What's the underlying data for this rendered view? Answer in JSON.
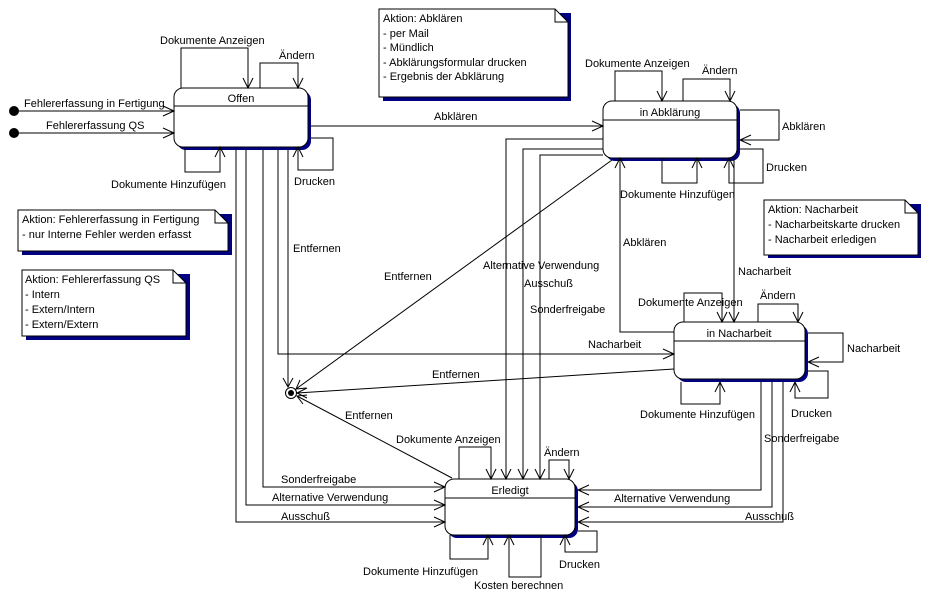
{
  "diagram": {
    "type": "UML state diagram",
    "states": [
      {
        "id": "offen",
        "name": "Offen"
      },
      {
        "id": "abklaerung",
        "name": "in Abklärung"
      },
      {
        "id": "nacharbeit",
        "name": "in Nacharbeit"
      },
      {
        "id": "erledigt",
        "name": "Erledigt"
      }
    ],
    "initial_transitions": [
      {
        "label": "Fehlererfassung in Fertigung",
        "to": "offen"
      },
      {
        "label": "Fehlererfassung QS",
        "to": "offen"
      }
    ],
    "self_transitions": [
      {
        "state": "offen",
        "label": "Dokumente Anzeigen"
      },
      {
        "state": "offen",
        "label": "Ändern"
      },
      {
        "state": "offen",
        "label": "Dokumente Hinzufügen"
      },
      {
        "state": "offen",
        "label": "Drucken"
      },
      {
        "state": "abklaerung",
        "label": "Dokumente Anzeigen"
      },
      {
        "state": "abklaerung",
        "label": "Ändern"
      },
      {
        "state": "abklaerung",
        "label": "Abklären"
      },
      {
        "state": "abklaerung",
        "label": "Drucken"
      },
      {
        "state": "abklaerung",
        "label": "Dokumente Hinzufügen"
      },
      {
        "state": "nacharbeit",
        "label": "Dokumente Anzeigen"
      },
      {
        "state": "nacharbeit",
        "label": "Ändern"
      },
      {
        "state": "nacharbeit",
        "label": "Nacharbeit"
      },
      {
        "state": "nacharbeit",
        "label": "Drucken"
      },
      {
        "state": "nacharbeit",
        "label": "Dokumente Hinzufügen"
      },
      {
        "state": "erledigt",
        "label": "Dokumente Anzeigen"
      },
      {
        "state": "erledigt",
        "label": "Ändern"
      },
      {
        "state": "erledigt",
        "label": "Dokumente Hinzufügen"
      },
      {
        "state": "erledigt",
        "label": "Kosten berechnen"
      },
      {
        "state": "erledigt",
        "label": "Drucken"
      }
    ],
    "transitions": [
      {
        "from": "offen",
        "to": "abklaerung",
        "label": "Abklären"
      },
      {
        "from": "offen",
        "to": "final",
        "label": "Entfernen"
      },
      {
        "from": "offen",
        "to": "nacharbeit",
        "label": "Nacharbeit"
      },
      {
        "from": "offen",
        "to": "erledigt",
        "label": "Sonderfreigabe"
      },
      {
        "from": "offen",
        "to": "erledigt",
        "label": "Alternative Verwendung"
      },
      {
        "from": "offen",
        "to": "erledigt",
        "label": "Ausschuß"
      },
      {
        "from": "abklaerung",
        "to": "final",
        "label": "Entfernen"
      },
      {
        "from": "abklaerung",
        "to": "erledigt",
        "label": "Alternative Verwendung"
      },
      {
        "from": "abklaerung",
        "to": "erledigt",
        "label": "Ausschuß"
      },
      {
        "from": "abklaerung",
        "to": "erledigt",
        "label": "Sonderfreigabe"
      },
      {
        "from": "abklaerung",
        "to": "nacharbeit",
        "label": "Nacharbeit"
      },
      {
        "from": "nacharbeit",
        "to": "abklaerung",
        "label": "Abklären"
      },
      {
        "from": "nacharbeit",
        "to": "final",
        "label": "Entfernen"
      },
      {
        "from": "nacharbeit",
        "to": "erledigt",
        "label": "Sonderfreigabe"
      },
      {
        "from": "nacharbeit",
        "to": "erledigt",
        "label": "Alternative Verwendung"
      },
      {
        "from": "nacharbeit",
        "to": "erledigt",
        "label": "Ausschuß"
      },
      {
        "from": "erledigt",
        "to": "final",
        "label": "Entfernen"
      }
    ],
    "notes": [
      {
        "id": "note-abklaeren",
        "lines": [
          "Aktion: Abklären",
          "- per Mail",
          "- Mündlich",
          "- Abklärungsformular drucken",
          "- Ergebnis der Abklärung"
        ]
      },
      {
        "id": "note-nacharbeit",
        "lines": [
          "Aktion: Nacharbeit",
          "- Nacharbeitskarte drucken",
          "- Nacharbeit erledigen"
        ]
      },
      {
        "id": "note-fertigung",
        "lines": [
          "Aktion: Fehlererfassung in Fertigung",
          "- nur Interne Fehler werden erfasst"
        ]
      },
      {
        "id": "note-qs",
        "lines": [
          "Aktion: Fehlererfassung QS",
          "- Intern",
          "- Extern/Intern",
          "- Extern/Extern"
        ]
      }
    ],
    "colors": {
      "shadow": "#000080",
      "line": "#000000",
      "background": "#ffffff"
    }
  }
}
